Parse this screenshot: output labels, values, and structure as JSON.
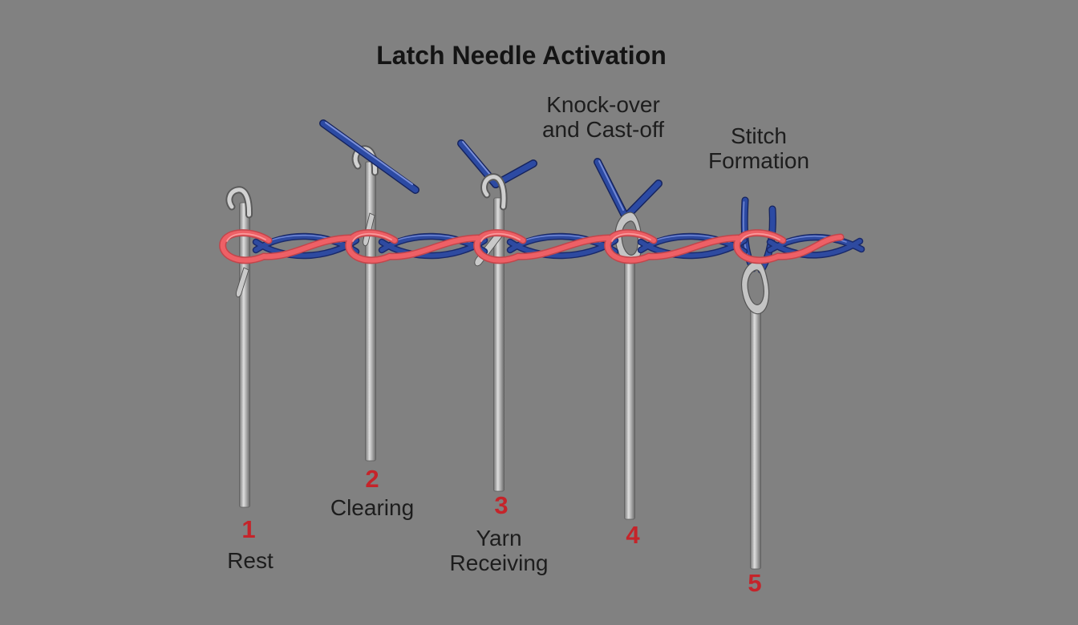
{
  "title": "Latch Needle Activation",
  "colors": {
    "background": "#818181",
    "text": "#1d1d1d",
    "stage_number_red": "#c5242a",
    "yarn_red": "#ee6066",
    "yarn_red_shadow": "#c2454b",
    "yarn_red_highlight": "#f9999b",
    "yarn_blue": "#2e4aa0",
    "yarn_blue_shadow": "#1a2a6b",
    "yarn_blue_highlight": "#7288d4",
    "needle_metal": "#c6c6c6"
  },
  "stages": [
    {
      "number": "1",
      "label": "Rest",
      "label_position": "bottom",
      "needle_state": "hook open, latch resting, holds old loop"
    },
    {
      "number": "2",
      "label": "Clearing",
      "label_position": "bottom",
      "needle_state": "needle raised, loop cleared below open latch"
    },
    {
      "number": "3",
      "label": "Yarn\nReceiving",
      "label_position": "bottom",
      "needle_state": "new yarn laid into open hook"
    },
    {
      "number": "4",
      "label": "Knock-over\nand Cast-off",
      "label_position": "top",
      "needle_state": "latch closed over new yarn, old loop knocked over"
    },
    {
      "number": "5",
      "label": "Stitch\nFormation",
      "label_position": "top",
      "needle_state": "needle drawn down, new stitch pulled through"
    }
  ]
}
